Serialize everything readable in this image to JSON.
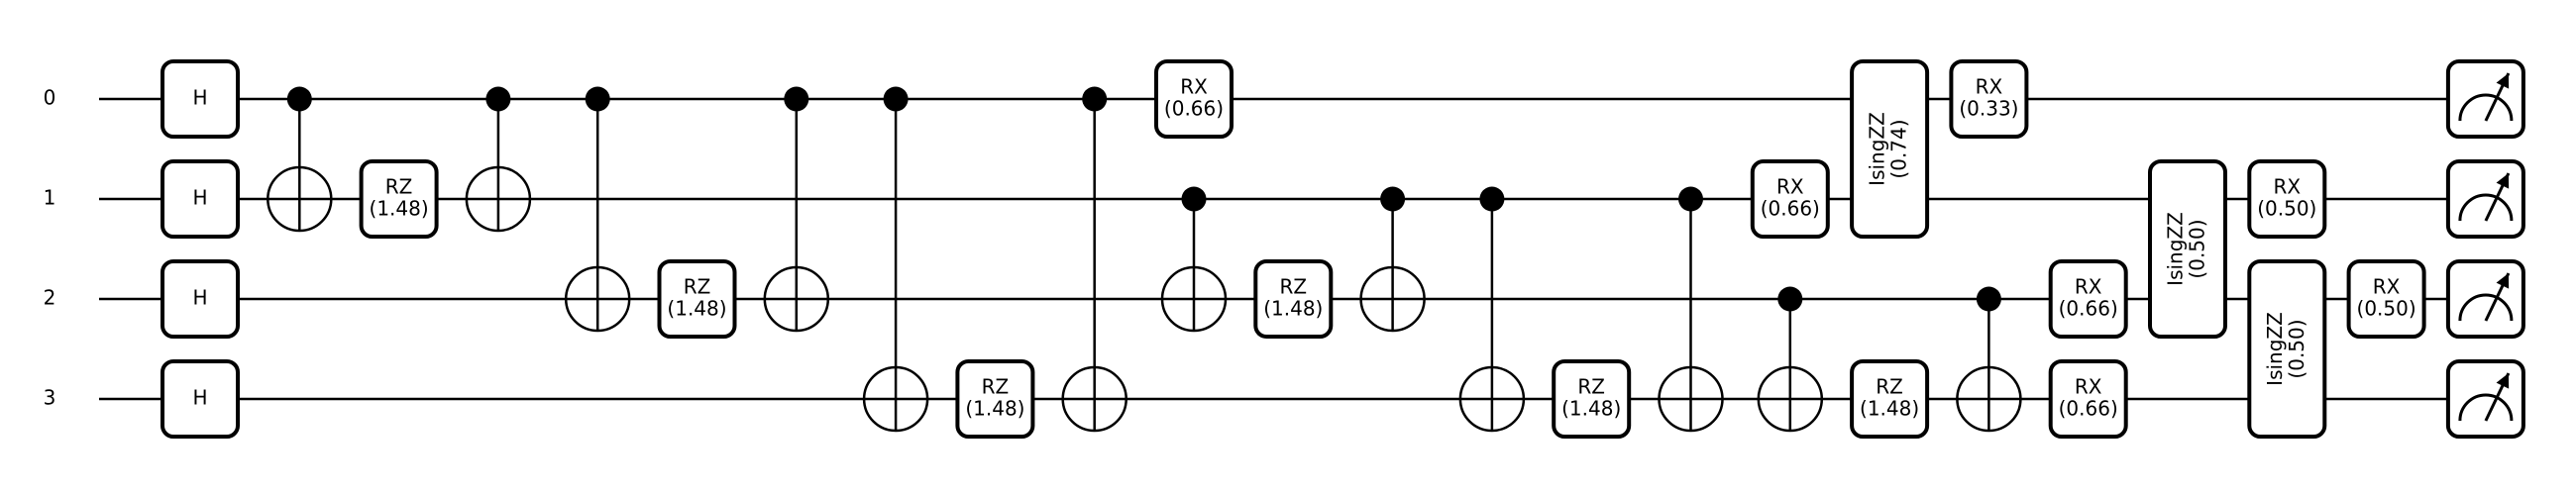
{
  "wires": [
    {
      "label": "0"
    },
    {
      "label": "1"
    },
    {
      "label": "2"
    },
    {
      "label": "3"
    }
  ],
  "ops": [
    {
      "type": "gate",
      "wire": 0,
      "col": 0,
      "lines": [
        "H"
      ]
    },
    {
      "type": "gate",
      "wire": 1,
      "col": 0,
      "lines": [
        "H"
      ]
    },
    {
      "type": "gate",
      "wire": 2,
      "col": 0,
      "lines": [
        "H"
      ]
    },
    {
      "type": "gate",
      "wire": 3,
      "col": 0,
      "lines": [
        "H"
      ]
    },
    {
      "type": "cnot",
      "control": 0,
      "target": 1,
      "col": 1
    },
    {
      "type": "gate",
      "wire": 1,
      "col": 2,
      "lines": [
        "RZ",
        "(1.48)"
      ]
    },
    {
      "type": "cnot",
      "control": 0,
      "target": 1,
      "col": 3
    },
    {
      "type": "cnot",
      "control": 0,
      "target": 2,
      "col": 4
    },
    {
      "type": "gate",
      "wire": 2,
      "col": 5,
      "lines": [
        "RZ",
        "(1.48)"
      ]
    },
    {
      "type": "cnot",
      "control": 0,
      "target": 2,
      "col": 6
    },
    {
      "type": "cnot",
      "control": 0,
      "target": 3,
      "col": 7
    },
    {
      "type": "gate",
      "wire": 3,
      "col": 8,
      "lines": [
        "RZ",
        "(1.48)"
      ]
    },
    {
      "type": "cnot",
      "control": 0,
      "target": 3,
      "col": 9
    },
    {
      "type": "gate",
      "wire": 0,
      "col": 10,
      "lines": [
        "RX",
        "(0.66)"
      ]
    },
    {
      "type": "cnot",
      "control": 1,
      "target": 2,
      "col": 10
    },
    {
      "type": "gate",
      "wire": 2,
      "col": 11,
      "lines": [
        "RZ",
        "(1.48)"
      ]
    },
    {
      "type": "cnot",
      "control": 1,
      "target": 2,
      "col": 12
    },
    {
      "type": "cnot",
      "control": 1,
      "target": 3,
      "col": 13
    },
    {
      "type": "gate",
      "wire": 3,
      "col": 14,
      "lines": [
        "RZ",
        "(1.48)"
      ]
    },
    {
      "type": "cnot",
      "control": 1,
      "target": 3,
      "col": 15
    },
    {
      "type": "gate",
      "wire": 1,
      "col": 16,
      "lines": [
        "RX",
        "(0.66)"
      ]
    },
    {
      "type": "cnot",
      "control": 2,
      "target": 3,
      "col": 16
    },
    {
      "type": "gate2",
      "wires": [
        0,
        1
      ],
      "col": 17,
      "lines": [
        "IsingZZ",
        "(0.74)"
      ]
    },
    {
      "type": "gate",
      "wire": 3,
      "col": 17,
      "lines": [
        "RZ",
        "(1.48)"
      ]
    },
    {
      "type": "gate",
      "wire": 0,
      "col": 18,
      "lines": [
        "RX",
        "(0.33)"
      ]
    },
    {
      "type": "cnot",
      "control": 2,
      "target": 3,
      "col": 18
    },
    {
      "type": "gate",
      "wire": 2,
      "col": 19,
      "lines": [
        "RX",
        "(0.66)"
      ]
    },
    {
      "type": "gate",
      "wire": 3,
      "col": 19,
      "lines": [
        "RX",
        "(0.66)"
      ]
    },
    {
      "type": "gate2",
      "wires": [
        1,
        2
      ],
      "col": 20,
      "lines": [
        "IsingZZ",
        "(0.50)"
      ]
    },
    {
      "type": "gate2",
      "wires": [
        2,
        3
      ],
      "col": 21,
      "lines": [
        "IsingZZ",
        "(0.50)"
      ]
    },
    {
      "type": "gate",
      "wire": 1,
      "col": 21,
      "lines": [
        "RX",
        "(0.50)"
      ]
    },
    {
      "type": "gate",
      "wire": 2,
      "col": 22,
      "lines": [
        "RX",
        "(0.50)"
      ]
    },
    {
      "type": "measure",
      "wire": 0,
      "col": 23
    },
    {
      "type": "measure",
      "wire": 1,
      "col": 23
    },
    {
      "type": "measure",
      "wire": 2,
      "col": 23
    },
    {
      "type": "measure",
      "wire": 3,
      "col": 23
    }
  ]
}
